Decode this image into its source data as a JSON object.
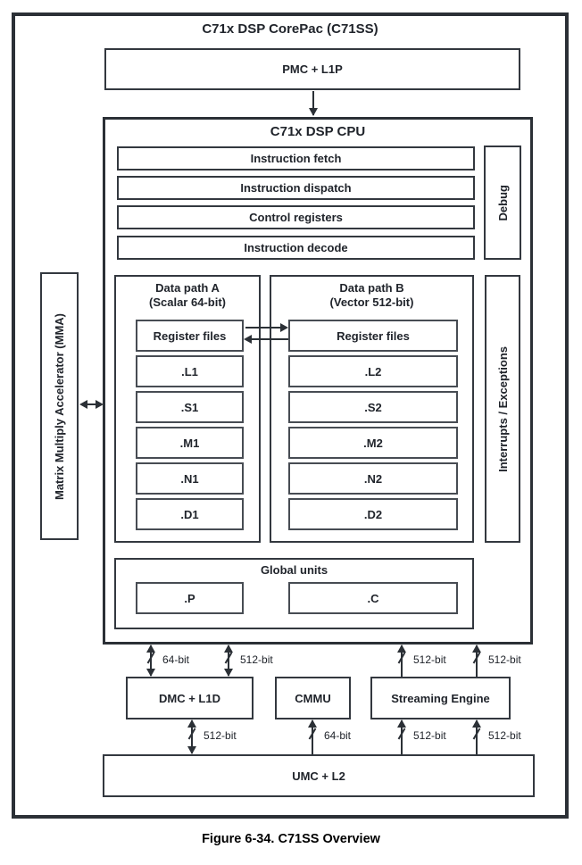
{
  "figure": {
    "title": "C71x DSP CorePac (C71SS)",
    "caption": "Figure 6-34. C71SS Overview"
  },
  "blocks": {
    "pmc": "PMC + L1P",
    "mma": "Matrix Multiply Accelerator (MMA)",
    "dmc": "DMC + L1D",
    "cmmu": "CMMU",
    "streaming_engine": "Streaming Engine",
    "umc": "UMC + L2"
  },
  "cpu": {
    "title": "C71x DSP CPU",
    "pipeline": [
      "Instruction fetch",
      "Instruction dispatch",
      "Control registers",
      "Instruction decode"
    ],
    "debug": "Debug",
    "interrupts": "Interrupts / Exceptions",
    "datapath_a": {
      "name": "Data path A",
      "subtitle": "(Scalar 64-bit)",
      "register_files": "Register files",
      "units": [
        ".L1",
        ".S1",
        ".M1",
        ".N1",
        ".D1"
      ]
    },
    "datapath_b": {
      "name": "Data path B",
      "subtitle": "(Vector 512-bit)",
      "register_files": "Register files",
      "units": [
        ".L2",
        ".S2",
        ".M2",
        ".N2",
        ".D2"
      ]
    },
    "global_units": {
      "title": "Global units",
      "units": [
        ".P",
        ".C"
      ]
    }
  },
  "buses": {
    "cpu_row": [
      "64-bit",
      "512-bit",
      "512-bit",
      "512-bit"
    ],
    "umc_row": [
      "512-bit",
      "64-bit",
      "512-bit",
      "512-bit"
    ]
  }
}
